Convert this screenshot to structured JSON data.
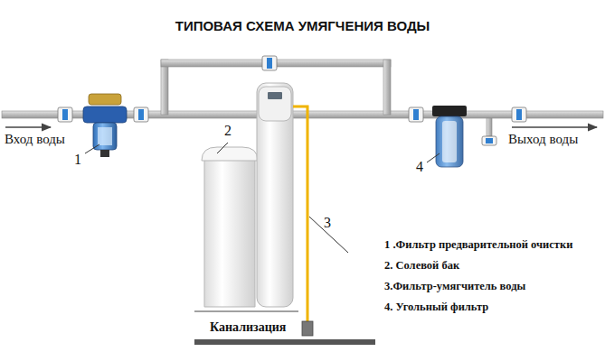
{
  "diagram": {
    "title": "ТИПОВАЯ СХЕМА УМЯГЧЕНИЯ ВОДЫ",
    "labels": [
      "Вход воды",
      "Выход воды",
      "1",
      "2",
      "3",
      "4",
      "Канализация",
      "1 .Фильтр предварительной очистки",
      "2. Солевой бак",
      "3.Фильтр-умягчитель воды",
      "4. Угольный фильтр"
    ]
  }
}
